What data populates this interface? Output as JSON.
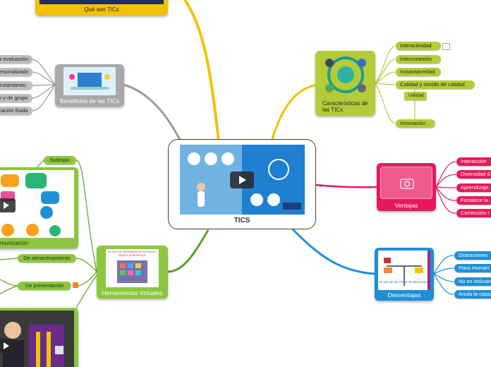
{
  "central": {
    "title": "TICS"
  },
  "que_son": {
    "label": "Qué son TICs"
  },
  "beneficios": {
    "label": "Beneficios de las TICs",
    "items": [
      "a evaluación",
      "ersonalizado",
      "instantaneo",
      "o y de grupo",
      "cación fluida"
    ]
  },
  "caracteristicas": {
    "label": "Características de las TICs",
    "items": [
      "Interactividad",
      "Interconexión",
      "Instantaneidad",
      "Calidad y sonido de calidad",
      "Innovación"
    ],
    "sub_item": "Utilidad"
  },
  "ventajas": {
    "label": "Ventajas",
    "items": [
      "Interacción",
      "Diversidad d",
      "Aprendizaje",
      "Fortalece la",
      "Corrección i"
    ]
  },
  "desventajas": {
    "label": "Desventajas",
    "items": [
      "Distraciones",
      "Poco Human",
      "No es inclusiv",
      "Anula la capa"
    ]
  },
  "herramientas": {
    "label": "Herramientas Virtuales",
    "image_text": "EL USO DE HERRAMIENTAS VIRTUALES PARA EL APRENDIZAJE",
    "items": [
      "Subtopic",
      "De almacenamiento",
      "De presentación"
    ],
    "comunicacion_label": "municación"
  },
  "desventajas_image_text": "El uso de las TIC en la Educación",
  "colors": {
    "center_border": "#5a3a1f",
    "yellow": "#f2c200",
    "olive": "#b4cb3a",
    "red": "#e8195a",
    "blue": "#1e8fd6",
    "green": "#8dc63f",
    "gray": "#9a9a9a"
  },
  "icons": [
    "play-icon",
    "camera-icon",
    "note-icon",
    "menu-icon"
  ]
}
